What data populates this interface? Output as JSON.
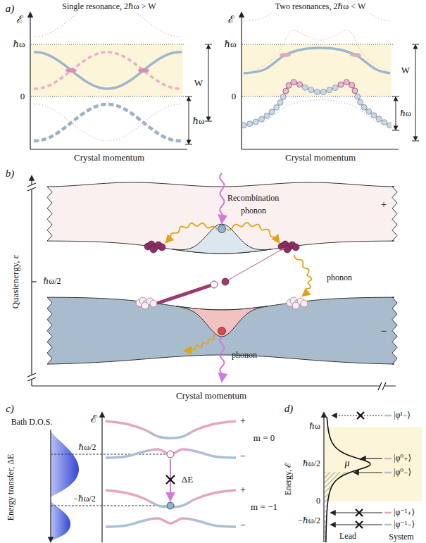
{
  "diagram": {
    "labels": [
      "a)",
      "Single resonance, 2ℏω > W",
      "ℰ",
      "ℏω",
      "0",
      "W",
      "ℏω",
      "Crystal momentum",
      "Two resonances, 2ℏω < W",
      "ℰ",
      "ℏω",
      "0",
      "W",
      "ℏω",
      "Crystal momentum",
      "b)",
      "Quasienergy, ε",
      "ℏω/2",
      "Recombination",
      "phonon",
      "phonon",
      "phonon",
      "+",
      "−",
      "Crystal momentum",
      "c)",
      "Bath D.O.S.",
      "Energy transfer, ΔE",
      "ℰ",
      "ℏω/2",
      "−ℏω/2",
      "m = 0",
      "m = −1",
      "+",
      "−",
      "+",
      "−",
      "ΔE",
      "d)",
      "Energy, ℰ",
      "ℏω",
      "ℏω/2",
      "μ",
      "0",
      "−ℏω/2",
      "Lead",
      "System",
      "|φ¹₋⟩",
      "|φ⁰₊⟩",
      "|φ⁰₋⟩",
      "|φ⁻¹₊⟩",
      "|φ⁻¹₋⟩"
    ]
  }
}
